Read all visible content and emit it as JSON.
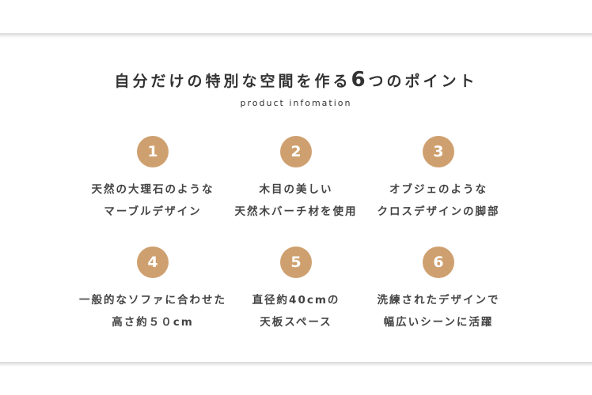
{
  "heading": {
    "before": "自分だけの特別な空間を作る",
    "number": "6",
    "after": "つのポイント",
    "subtitle": "product infomation"
  },
  "accent": "#cfa06f",
  "points": [
    {
      "number": "1",
      "line1": "天然の大理石のような",
      "line2": "マーブルデザイン"
    },
    {
      "number": "2",
      "line1": "木目の美しい",
      "line2": "天然木バーチ材を使用"
    },
    {
      "number": "3",
      "line1": "オブジェのような",
      "line2": "クロスデザインの脚部"
    },
    {
      "number": "4",
      "line1": "一般的なソファに合わせた",
      "line2": "高さ約５０cm"
    },
    {
      "number": "5",
      "line1": "直径約40cmの",
      "line2": "天板スペース"
    },
    {
      "number": "6",
      "line1": "洗練されたデザインで",
      "line2": "幅広いシーンに活躍"
    }
  ]
}
